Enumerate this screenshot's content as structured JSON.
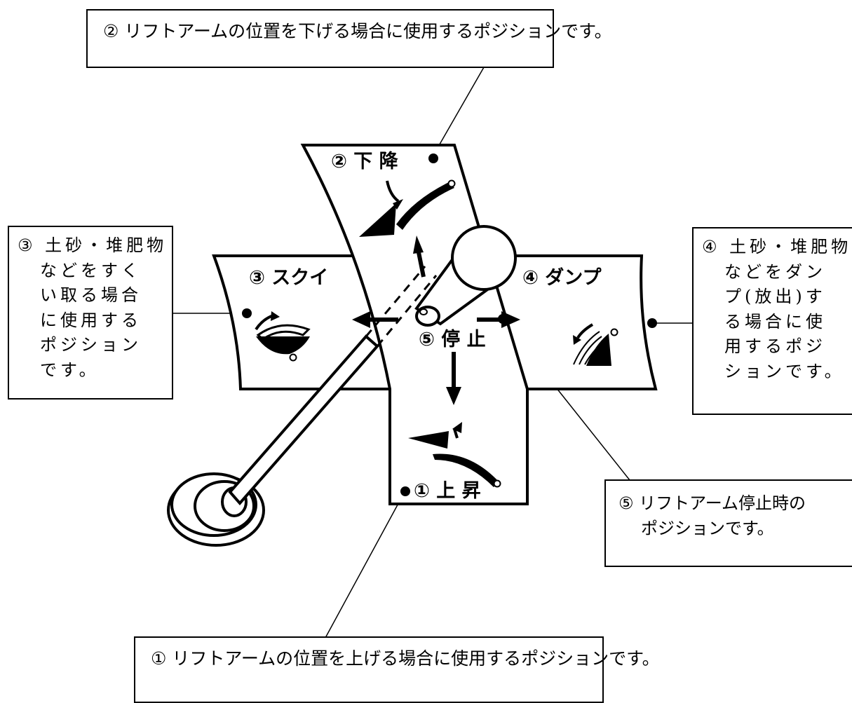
{
  "diagram": {
    "plate_labels": {
      "lower": "② 下 降",
      "scoop": "③ スクイ",
      "dump": "④ ダンプ",
      "stop": "⑤ 停 止",
      "raise": "① 上 昇"
    },
    "callouts": {
      "lower": {
        "num": "②",
        "text": "リフトアームの位置を下げる場合に使用するポジションです。"
      },
      "raise": {
        "num": "①",
        "text": "リフトアームの位置を上げる場合に使用するポジションです。"
      },
      "scoop": {
        "num": "③",
        "lines": [
          "土砂・堆肥物",
          "などをすく",
          "い取る場合",
          "に使用する",
          "ポジション",
          "です。"
        ]
      },
      "dump": {
        "num": "④",
        "lines": [
          "土砂・堆肥物",
          "などをダン",
          "プ(放出)す",
          "る場合に使",
          "用するポジ",
          "ションです。"
        ]
      },
      "stop": {
        "num": "⑤",
        "lines": [
          "リフトアーム停止時の",
          "ポジションです。"
        ]
      }
    },
    "colors": {
      "ink": "#000000",
      "paper": "#ffffff"
    }
  }
}
